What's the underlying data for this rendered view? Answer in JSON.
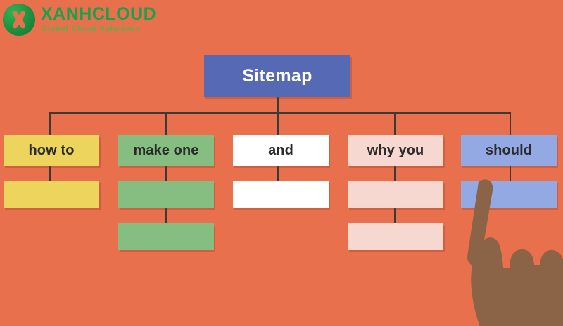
{
  "brand": {
    "name": "XANHCLOUD",
    "tagline": "Global Cloud Solutions",
    "mark_icon": "x-circle-logo-icon",
    "mark_color": "#1E9440",
    "word_color": "#16A34A",
    "tagline_color": "#5FAE4A"
  },
  "canvas": {
    "background_color": "#E8704D",
    "connector_color": "#3A3A38"
  },
  "diagram": {
    "root": {
      "label": "Sitemap",
      "fill": "#5569B4",
      "text_color": "#FFFFFF"
    },
    "columns": [
      {
        "label": "how to",
        "fill": "#EDD45C",
        "text_color": "#2B2B2B",
        "extra_boxes": 1
      },
      {
        "label": "make one",
        "fill": "#85BE80",
        "text_color": "#2B2B2B",
        "extra_boxes": 2
      },
      {
        "label": "and",
        "fill": "#FFFFFF",
        "text_color": "#2B2B2B",
        "extra_boxes": 1
      },
      {
        "label": "why you",
        "fill": "#F6D8D0",
        "text_color": "#2B2B2B",
        "extra_boxes": 2
      },
      {
        "label": "should",
        "fill": "#93A9E4",
        "text_color": "#2B2B2B",
        "extra_boxes": 1
      }
    ]
  },
  "overlay": {
    "hand_icon": "pointing-hand-icon",
    "skin_color": "#8B6347",
    "sleeve_color": "#5A72BC"
  }
}
